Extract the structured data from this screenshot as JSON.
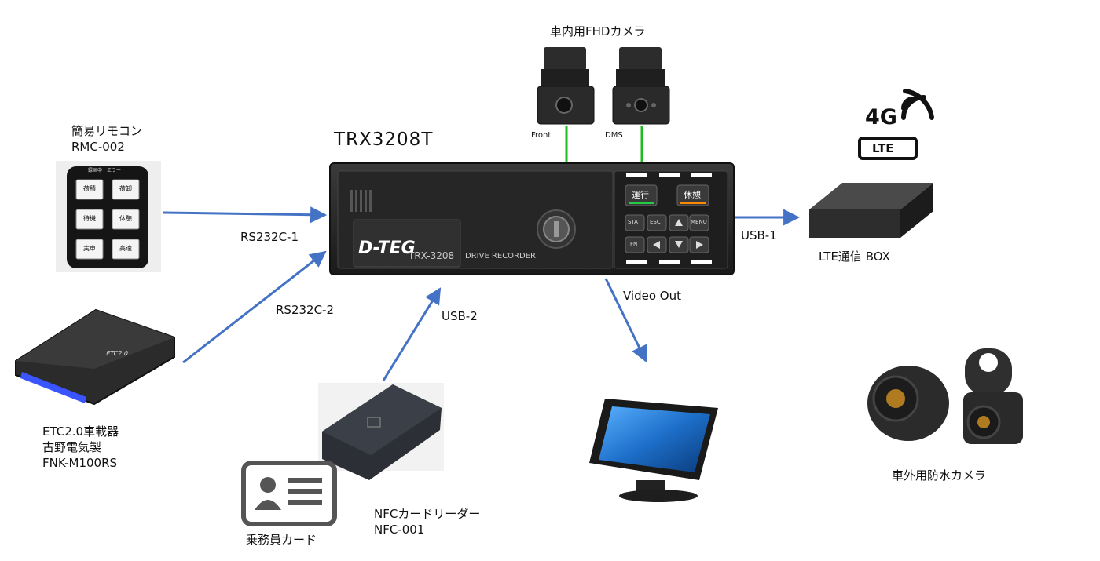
{
  "main_unit": {
    "model": "TRX3208T",
    "brand_logo": "D-TEG",
    "panel_model": "TRX-3208",
    "panel_caption": "DRIVE RECORDER",
    "buttons": {
      "unko": "運行",
      "kyukei": "休憩",
      "sta": "STA",
      "esc": "ESC",
      "menu": "MENU",
      "fn": "FN"
    }
  },
  "remote": {
    "name": "簡易リモコン",
    "model": "RMC-002",
    "top_labels": "録画中　エラー",
    "keys": [
      "荷積",
      "荷卸",
      "待機",
      "休憩",
      "実車",
      "高速"
    ]
  },
  "etc": {
    "line1": "ETC2.0車載器",
    "line2": "古野電気製",
    "line3": "FNK-M100RS",
    "logo": "ETC2.0"
  },
  "nfc": {
    "name": "NFCカードリーダー",
    "model": "NFC-001"
  },
  "crew_card": {
    "label": "乗務員カード"
  },
  "cabin_camera": {
    "title": "車内用FHDカメラ",
    "front_label": "Front",
    "dms_label": "DMS"
  },
  "lte": {
    "badge_top": "4G",
    "badge_bottom": "LTE",
    "label": "LTE通信 BOX"
  },
  "outdoor_camera": {
    "label": "車外用防水カメラ"
  },
  "connections": {
    "rs232c_1": "RS232C-1",
    "rs232c_2": "RS232C-2",
    "usb_2": "USB-2",
    "usb_1": "USB-1",
    "video_out": "Video Out"
  },
  "colors": {
    "arrow": "#4472c4",
    "camera_link": "#22bb22",
    "device_body": "#2a2a2a"
  }
}
